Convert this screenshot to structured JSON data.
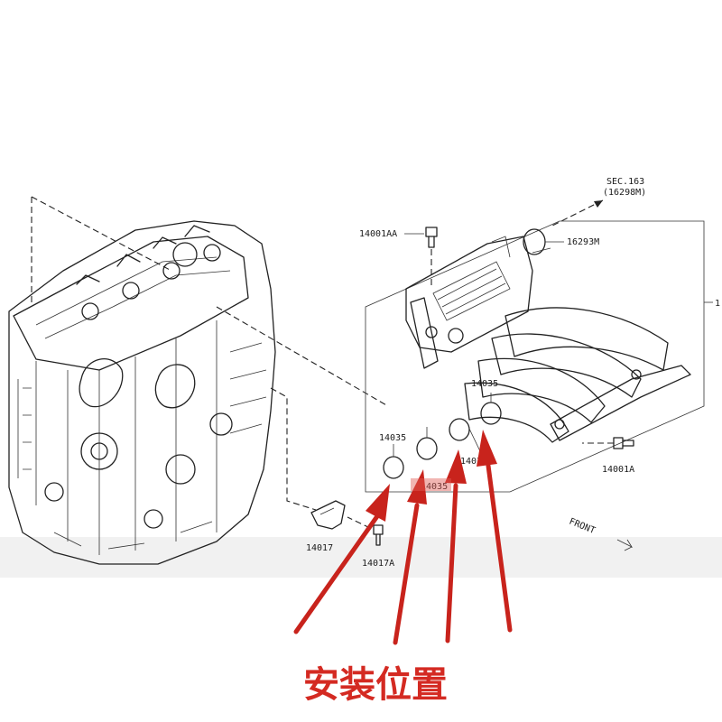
{
  "labels": {
    "sec": "SEC.163",
    "sec_ref": "(16298M)",
    "bolt_top": "14001AA",
    "clamp": "16293M",
    "ring_a": "14035",
    "ring_b": "14035",
    "ring_c": "14035",
    "ring_d": "14035",
    "bolt_right": "14001A",
    "bracket": "14017",
    "bracket_bolt": "14017A",
    "assembly": "1",
    "front": "FRONT"
  },
  "caption": "安装位置",
  "colors": {
    "arrow": "#c8231c",
    "caption": "#d42a22",
    "line_art": "#222222",
    "watermark_band": "#ededed"
  }
}
